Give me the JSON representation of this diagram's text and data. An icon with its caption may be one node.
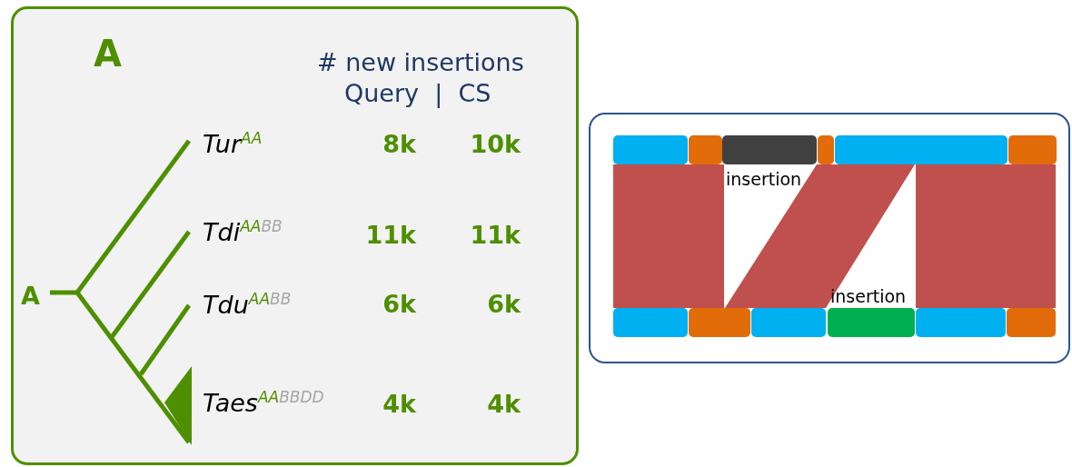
{
  "diagram": {
    "nodes": [
      {
        "text": [],
        "shape": "box"
      },
      {
        "text": [],
        "shape": "box"
      },
      {
        "text": [],
        "shape": "bar",
        "in": 1
      },
      {
        "text": [],
        "shape": "bar",
        "in": 1
      },
      {
        "text": [],
        "shape": "bar",
        "in": 1,
        "beside": [
          "insertion"
        ]
      },
      {
        "text": [],
        "shape": "bar",
        "in": 1
      },
      {
        "text": [],
        "shape": "bar",
        "in": 1
      },
      {
        "text": [],
        "shape": "bar",
        "in": 1
      },
      {
        "text": [],
        "shape": "bar",
        "in": 1
      },
      {
        "text": [],
        "shape": "bar",
        "in": 1
      },
      {
        "text": [],
        "shape": "bar",
        "in": 1
      },
      {
        "text": [],
        "shape": "bar",
        "in": 1,
        "beside": [
          "insertion"
        ]
      },
      {
        "text": [],
        "shape": "bar",
        "in": 1
      },
      {
        "text": [],
        "shape": "bar",
        "in": 1
      }
    ],
    "labels": [
      "A",
      "# new insertions",
      "Query  |  CS",
      "Tur$^{AA}$",
      "8k",
      "10k",
      "Tdi$^{AA}$$^{BB}$",
      "11k",
      "11k",
      "A",
      "Tdu$^{AA}$$^{BB}$",
      "6k",
      "6k",
      "Taes$^{AA}$$^{BBDD}$",
      "4k",
      "4k"
    ]
  }
}
